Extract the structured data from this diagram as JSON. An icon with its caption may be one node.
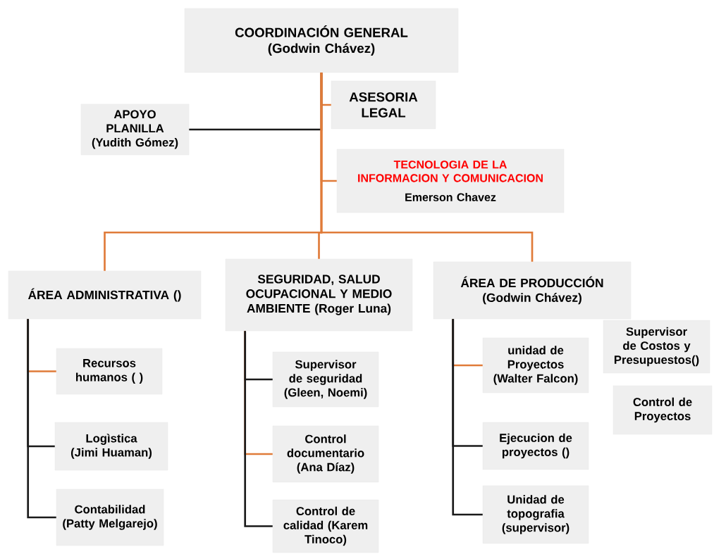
{
  "diagram": {
    "nodes": [
      {
        "text": [
          "COORDINACIÓN GENERAL (Godwin Chávez)"
        ]
      },
      {
        "text": [
          "ASESORIA LEGAL"
        ]
      },
      {
        "text": [
          "APOYO PLANILLA (Yudith Gómez)"
        ]
      },
      {
        "text": [
          "TECNOLOGIA DE LA INFORMACION Y COMUNICACION",
          "Emerson Chavez"
        ]
      },
      {
        "text": [
          "ÁREA ADMINISTRATIVA ()"
        ]
      },
      {
        "text": [
          "SEGURIDAD, SALUD OCUPACIONAL Y MEDIO AMBIENTE (Roger Luna)"
        ]
      },
      {
        "text": [
          "ÁREA DE PRODUCCIÓN (Godwin Chávez)"
        ]
      },
      {
        "text": [
          "Recursos humanos ( )"
        ]
      },
      {
        "text": [
          "Logìstica (Jimi Huaman)"
        ]
      },
      {
        "text": [
          "Contabilidad (Patty Melgarejo)"
        ]
      },
      {
        "text": [
          "Supervisor de seguridad (Gleen, Noemi)"
        ]
      },
      {
        "text": [
          "Control documentario (Ana Díaz)"
        ]
      },
      {
        "text": [
          "Control de calidad (Karem Tinoco)"
        ]
      },
      {
        "text": [
          "unidad de Proyectos (Walter Falcon)"
        ]
      },
      {
        "text": [
          "Ejecucion de proyectos ()"
        ]
      },
      {
        "text": [
          "Unidad de topografia (supervisor)"
        ]
      },
      {
        "text": [
          "Supervisor de Costos y Presupuestos()"
        ]
      },
      {
        "text": [
          "Control de Proyectos"
        ]
      }
    ],
    "edges": [
      {
        "from": 0,
        "to": 1,
        "arrow": "none"
      },
      {
        "from": 0,
        "to": 2,
        "arrow": "none",
        "color": "#1a1a1a"
      },
      {
        "from": 0,
        "to": 3,
        "arrow": "none"
      },
      {
        "from": 0,
        "to": 4,
        "arrow": "none"
      },
      {
        "from": 0,
        "to": 5,
        "arrow": "none"
      },
      {
        "from": 0,
        "to": 6,
        "arrow": "none"
      },
      {
        "from": 4,
        "to": 7,
        "arrow": "none"
      },
      {
        "from": 4,
        "to": 8,
        "arrow": "none",
        "color": "#1a1a1a"
      },
      {
        "from": 4,
        "to": 9,
        "arrow": "none",
        "color": "#1a1a1a"
      },
      {
        "from": 5,
        "to": 10,
        "arrow": "none",
        "color": "#1a1a1a"
      },
      {
        "from": 5,
        "to": 11,
        "arrow": "none"
      },
      {
        "from": 5,
        "to": 12,
        "arrow": "none",
        "color": "#1a1a1a"
      },
      {
        "from": 6,
        "to": 13,
        "arrow": "none"
      },
      {
        "from": 6,
        "to": 14,
        "arrow": "none",
        "color": "#1a1a1a"
      },
      {
        "from": 6,
        "to": 15,
        "arrow": "none",
        "color": "#1a1a1a"
      }
    ]
  }
}
